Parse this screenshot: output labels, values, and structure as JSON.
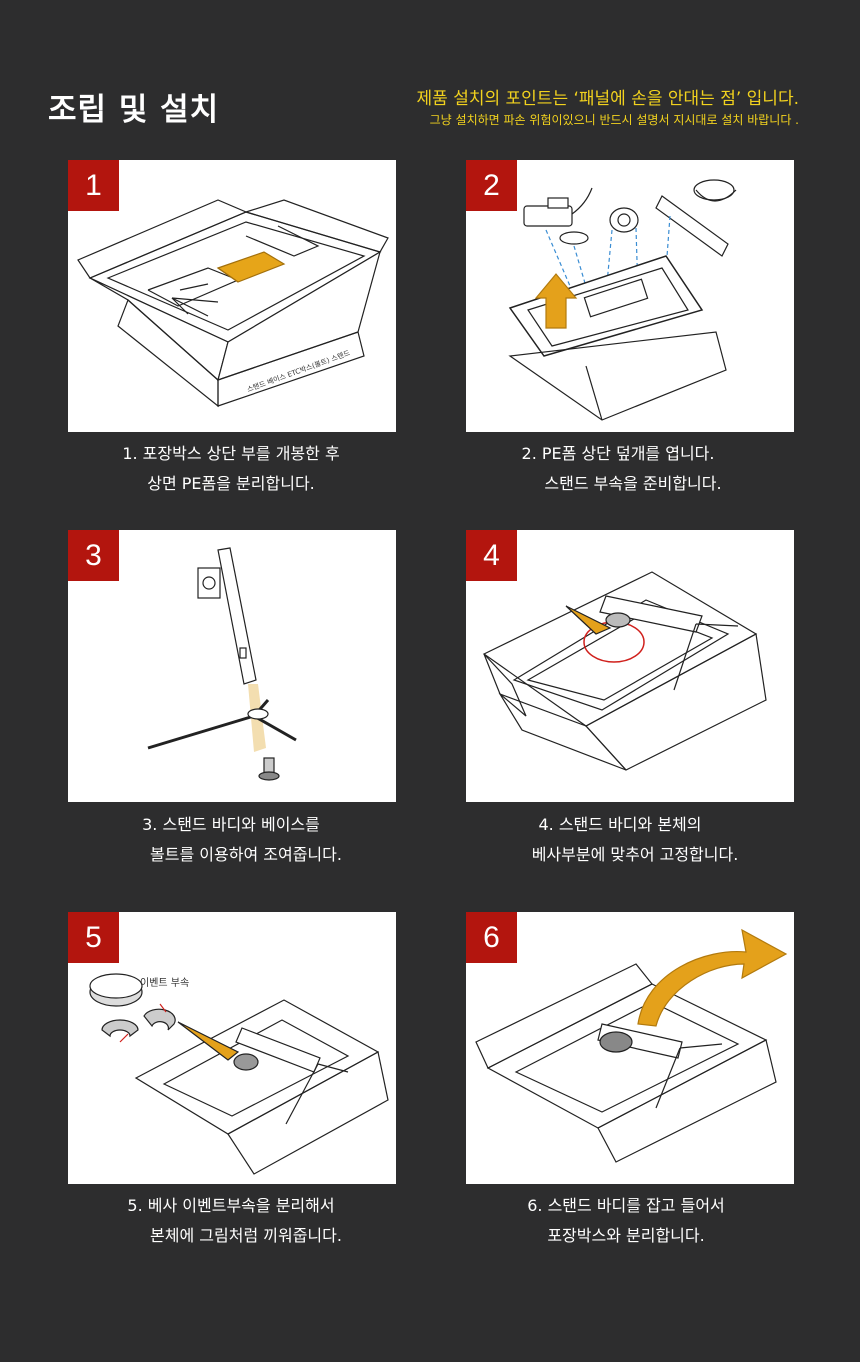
{
  "header": {
    "title": "조립 및 설치",
    "point": "제품 설치의 포인트는 ‘패널에 손을 안대는 점’ 입니다.",
    "point_sub": "그냥 설치하면 파손 위험이있으니 반드시 설명서 지시대로 설치 바랍니다 ."
  },
  "colors": {
    "background": "#2d2d2e",
    "badge": "#b3150e",
    "highlight": "#f2d21e",
    "arrow": "#e4a11b"
  },
  "steps": [
    {
      "number": "1",
      "line1": "1. 포장박스 상단 부를 개봉한 후",
      "line2": "상면 PE폼을 분리합니다.",
      "box_label": "스탠드 베이스  ETC박스(볼트)  스탠드"
    },
    {
      "number": "2",
      "line1": "2. PE폼 상단 덮개를 엽니다.",
      "line2": "스탠드 부속을 준비합니다."
    },
    {
      "number": "3",
      "line1": "3. 스탠드 바디와 베이스를",
      "line2": "볼트를 이용하여 조여줍니다."
    },
    {
      "number": "4",
      "line1": "4. 스탠드 바디와 본체의",
      "line2": "베사부분에 맞추어 고정합니다."
    },
    {
      "number": "5",
      "line1": "5. 베사 이벤트부속을 분리해서",
      "line2": "본체에 그림처럼 끼워줍니다.",
      "part_label": "이벤트 부속"
    },
    {
      "number": "6",
      "line1": "6. 스탠드 바디를 잡고 들어서",
      "line2": "포장박스와 분리합니다."
    }
  ]
}
